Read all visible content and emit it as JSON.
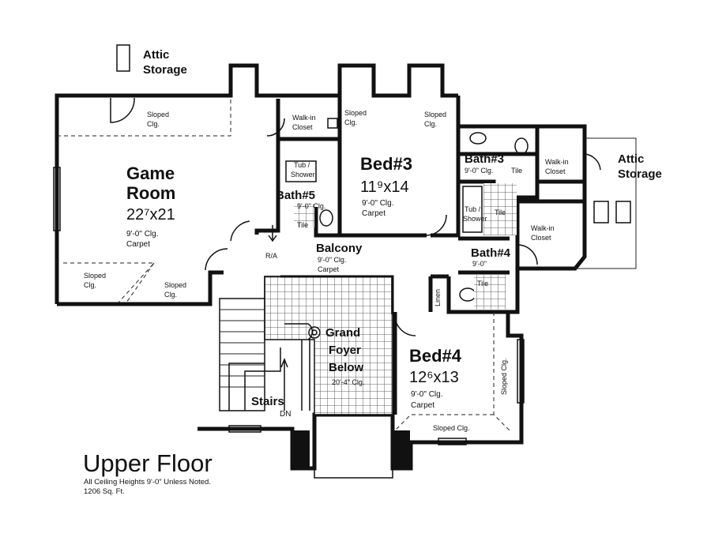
{
  "plan": {
    "title": "Upper Floor",
    "note_line1": "All Ceiling Heights 9'-0\" Unless Noted.",
    "note_line2": "1206 Sq. Ft."
  },
  "rooms": {
    "game_room": {
      "name_line1": "Game",
      "name_line2": "Room",
      "dims": "22⁷x21",
      "ceiling": "9'-0\" Clg.",
      "floor": "Carpet"
    },
    "bed3": {
      "name": "Bed#3",
      "dims": "11⁹x14",
      "ceiling": "9'-0\" Clg.",
      "floor": "Carpet"
    },
    "bed4": {
      "name": "Bed#4",
      "dims": "12⁶x13",
      "ceiling": "9'-0\" Clg.",
      "floor": "Carpet"
    },
    "bath3": {
      "name": "Bath#3",
      "ceiling": "9'-0\" Clg.",
      "floor": "Tile"
    },
    "bath4": {
      "name": "Bath#4",
      "ceiling": "9'-0\"",
      "floor": "Tile"
    },
    "bath5": {
      "name": "Bath#5",
      "ceiling": "9'-0\" Clg.",
      "floor": "Tile"
    },
    "balcony": {
      "name": "Balcony",
      "ceiling": "9'-0\" Clg.",
      "floor": "Carpet"
    },
    "foyer": {
      "name_line1": "Grand",
      "name_line2": "Foyer",
      "name_line3": "Below",
      "ceiling": "20'-4\" Clg."
    },
    "stairs": {
      "name": "Stairs",
      "dir": "DN"
    },
    "attic_left": {
      "line1": "Attic",
      "line2": "Storage"
    },
    "attic_right": {
      "line1": "Attic",
      "line2": "Storage"
    }
  },
  "labels": {
    "sloped": "Sloped",
    "clg": "Clg.",
    "sloped_clg": "Sloped Clg.",
    "walk_in": "Walk-in",
    "closet": "Closet",
    "tub": "Tub /",
    "shower": "Shower",
    "tile": "Tile",
    "linen": "Linen",
    "ra": "R/A"
  }
}
